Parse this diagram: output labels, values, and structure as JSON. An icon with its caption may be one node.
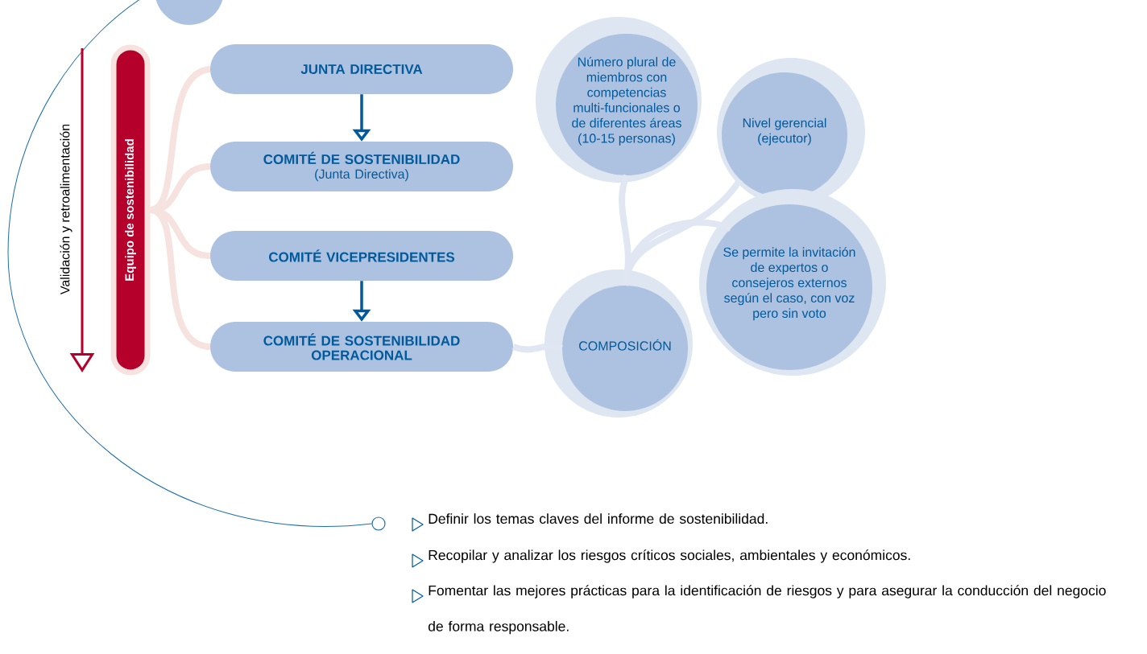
{
  "diagram": {
    "nodes": [
      {
        "text": [
          "Equipo de sostenibilidad"
        ]
      },
      {
        "text": [
          "JUNTA DIRECTIVA"
        ]
      },
      {
        "text": [
          "COMITÉ DE SOSTENIBILIDAD",
          "(Junta Directiva)"
        ]
      },
      {
        "text": [
          "COMITÉ VICEPRESIDENTES"
        ]
      },
      {
        "text": [
          "COMITÉ DE SOSTENIBILIDAD OPERACIONAL"
        ]
      },
      {
        "text": [
          "Número plural de miembros con competencias multi-funcionales o de diferentes áreas (10-15 personas)"
        ]
      },
      {
        "text": [
          "Nivel gerencial (ejecutor)"
        ]
      },
      {
        "text": [
          "COMPOSICIÓN"
        ]
      },
      {
        "text": [
          "Se permite la invitación de expertos o consejeros externos según el caso, con voz pero sin voto"
        ]
      },
      {
        "text": [],
        "shape": "circle"
      },
      {
        "text": [],
        "shape": "circle"
      }
    ],
    "edges": [
      {
        "from": 1,
        "to": 2,
        "arrow": "to",
        "color": "#005a9c"
      },
      {
        "from": 3,
        "to": 4,
        "arrow": "to",
        "color": "#005a9c"
      },
      {
        "from": 0,
        "to": 1,
        "arrow": "none",
        "color": "#f6e2df"
      },
      {
        "from": 0,
        "to": 2,
        "arrow": "none",
        "color": "#f6e2df"
      },
      {
        "from": 0,
        "to": 3,
        "arrow": "none",
        "color": "#f6e2df"
      },
      {
        "from": 0,
        "to": 4,
        "arrow": "none",
        "color": "#f6e2df"
      },
      {
        "from": 4,
        "to": 7,
        "arrow": "none",
        "color": "#e0e6f2"
      },
      {
        "from": 7,
        "to": 5,
        "arrow": "none",
        "color": "#e0e6f2"
      },
      {
        "from": 7,
        "to": 6,
        "arrow": "none",
        "color": "#e0e6f2"
      },
      {
        "from": 7,
        "to": 8,
        "arrow": "none",
        "color": "#e0e6f2"
      },
      {
        "from": 9,
        "to": 10,
        "arrow": "none",
        "color": "#1f6fb0"
      }
    ],
    "labels": [
      "Validación y retroalimentación",
      "Definir los temas claves del informe de sostenibilidad.",
      "Recopilar y analizar los riesgos críticos sociales, ambientales y económicos.",
      "Fomentar las mejores prácticas para la identificación de riesgos y para asegurar la conducción del negocio de forma responsable."
    ]
  }
}
